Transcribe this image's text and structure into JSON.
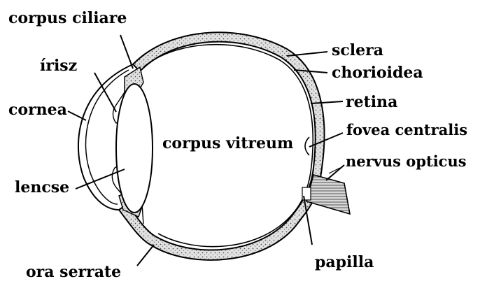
{
  "colors": {
    "ink": "#000000",
    "background": "#ffffff",
    "tissue_fill": "#e2e2e2"
  },
  "labels": {
    "corpus_ciliare": "corpus ciliare",
    "irisz": "írisz",
    "cornea": "cornea",
    "lencse": "lencse",
    "ora_serrate": "ora serrate",
    "sclera": "sclera",
    "chorioidea": "chorioidea",
    "retina": "retina",
    "fovea_centralis": "fovea centralis",
    "nervus_opticus": "nervus opticus",
    "papilla": "papilla",
    "corpus_vitreum": "corpus vitreum"
  }
}
